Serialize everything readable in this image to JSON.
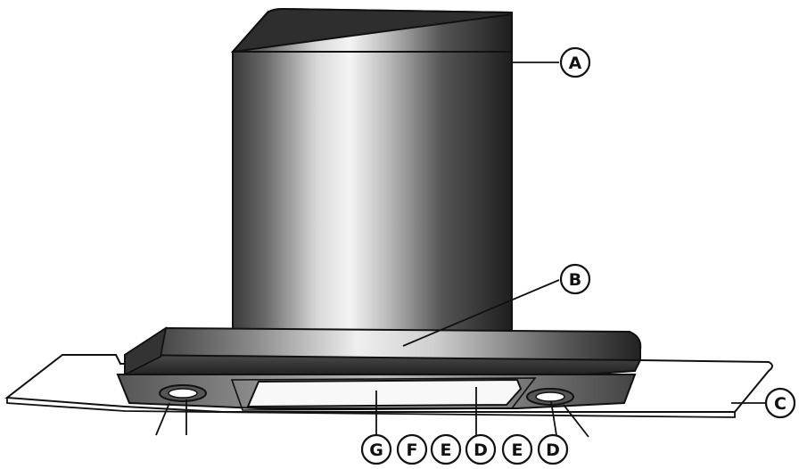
{
  "callouts": {
    "a": "A",
    "b": "B",
    "c": "C",
    "bottom": [
      "G",
      "F",
      "E",
      "D",
      "E",
      "D"
    ]
  },
  "colors": {
    "outline": "#111111",
    "steel_dark": "#2a2a2a",
    "steel_light": "#f2f2f2",
    "glass": "#ffffff"
  }
}
